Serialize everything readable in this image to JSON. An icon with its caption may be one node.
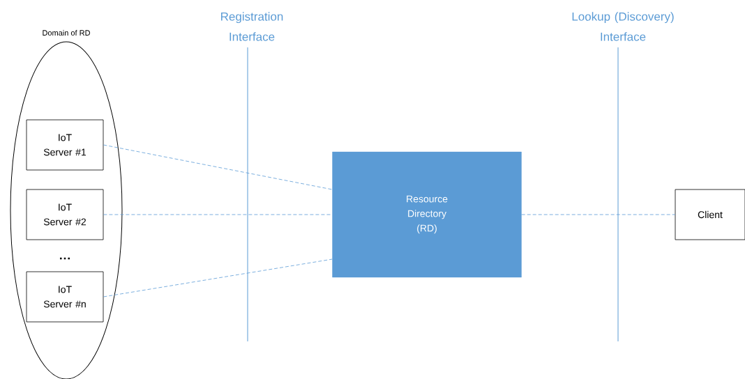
{
  "diagram": {
    "nodes": [
      {
        "text": [
          "Domain of RD"
        ]
      },
      {
        "text": [
          "IoT Server #1"
        ],
        "in": 0
      },
      {
        "text": [
          "IoT Server #2"
        ],
        "in": 0
      },
      {
        "text": [
          "IoT Server #n"
        ],
        "in": 0
      },
      {
        "text": [
          "Resource Directory (RD)"
        ]
      },
      {
        "text": [
          "Client"
        ]
      }
    ],
    "edges": [
      {
        "from": 1,
        "to": 4,
        "arrow": "none",
        "style": "dashed"
      },
      {
        "from": 2,
        "to": 4,
        "arrow": "none",
        "style": "dashed"
      },
      {
        "from": 3,
        "to": 4,
        "arrow": "none",
        "style": "dashed"
      },
      {
        "from": 4,
        "to": 5,
        "arrow": "none",
        "style": "dashed"
      }
    ],
    "labels": [
      "Registration Interface",
      "Lookup (Discovery) Interface",
      "…"
    ]
  }
}
